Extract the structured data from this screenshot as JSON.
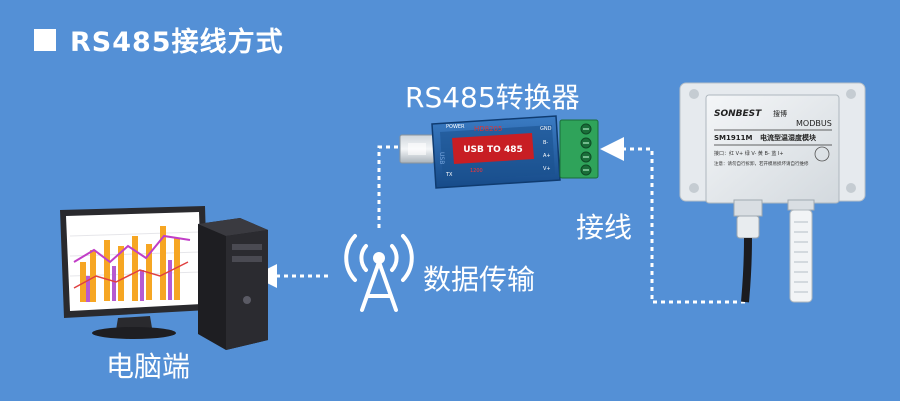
{
  "diagram": {
    "title": "RS485接线方式",
    "labels": {
      "converter": "RS485转换器",
      "wiring": "接线",
      "data_transfer": "数据传输",
      "pc": "电脑端"
    },
    "converter_device": {
      "model": "HD8205",
      "port_text": "USB TO 485",
      "usb_side": "USB",
      "power": "POWER",
      "tx": "TX",
      "gnd": "GND",
      "b": "B-",
      "a": "A+",
      "v": "V+",
      "rate": "1200"
    },
    "sensor_device": {
      "brand": "SONBEST",
      "brand_cn": "搜博",
      "protocol": "MODBUS",
      "model": "SM1911M",
      "name": "电流型温湿度模块",
      "wiring_line": "接口：红 V+  绿 V-  黄 B-  蓝 I+",
      "note": "注意：请勿自行拆卸，若开模易损坏请自行维修"
    },
    "colors": {
      "background": "#5490d6",
      "dashed_line": "#ffffff",
      "converter_body": "#1e5fa8",
      "terminal": "#2fa35a",
      "sensor_body": "#e8ecef"
    },
    "icons": [
      "monitor-icon",
      "pc-tower-icon",
      "antenna-icon"
    ]
  }
}
